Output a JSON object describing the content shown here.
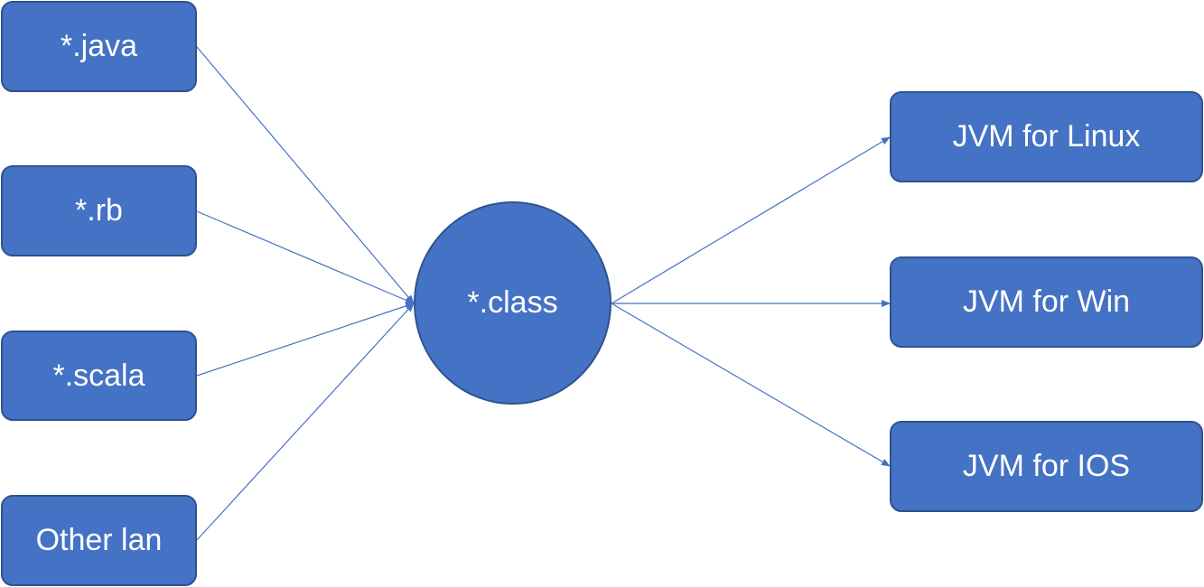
{
  "sources": {
    "java": "*.java",
    "rb": "*.rb",
    "scala": "*.scala",
    "other": "Other lan"
  },
  "center": {
    "label": "*.class"
  },
  "targets": {
    "linux": "JVM for Linux",
    "win": "JVM for Win",
    "ios": "JVM for IOS"
  },
  "colors": {
    "node_fill": "#4472c4",
    "node_border": "#2f528f",
    "node_text": "#ffffff",
    "edge": "#4472c4"
  }
}
